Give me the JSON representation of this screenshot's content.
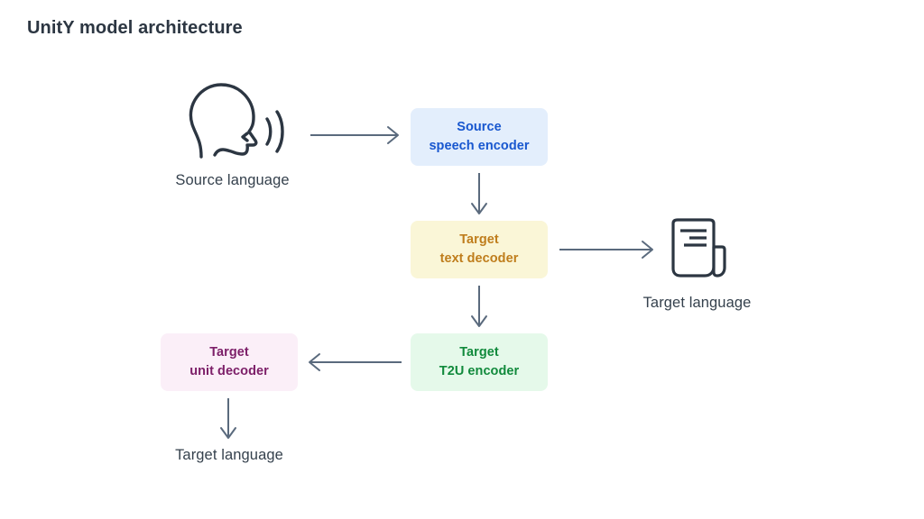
{
  "page": {
    "title": "UnitY model architecture",
    "background_color": "#ffffff"
  },
  "nodes": [
    {
      "id": "source-speech-encoder",
      "label": "Source\nspeech encoder",
      "line1": "Source",
      "line2": "speech encoder",
      "fill_color": "#e3eefc",
      "text_color": "#1857cf"
    },
    {
      "id": "target-text-decoder",
      "label": "Target\ntext decoder",
      "line1": "Target",
      "line2": "text decoder",
      "fill_color": "#faf6d7",
      "text_color": "#bf7d1c"
    },
    {
      "id": "target-t2u-encoder",
      "label": "Target\nT2U encoder",
      "line1": "Target",
      "line2": "T2U encoder",
      "fill_color": "#e5f9ea",
      "text_color": "#118a3c"
    },
    {
      "id": "target-unit-decoder",
      "label": "Target\nunit decoder",
      "line1": "Target",
      "line2": "unit decoder",
      "fill_color": "#fbeff8",
      "text_color": "#7d2069"
    }
  ],
  "endpoints": {
    "source_language": {
      "label": "Source language",
      "icon": "speaking-head-icon"
    },
    "target_language_document": {
      "label": "Target language",
      "icon": "document-icon"
    },
    "target_language_audio": {
      "label": "Target language"
    }
  },
  "arrows": [
    {
      "id": "head-to-speech-encoder",
      "from": "source-language-icon",
      "to": "source-speech-encoder",
      "direction": "right"
    },
    {
      "id": "speech-encoder-to-text-decoder",
      "from": "source-speech-encoder",
      "to": "target-text-decoder",
      "direction": "down"
    },
    {
      "id": "text-decoder-to-document",
      "from": "target-text-decoder",
      "to": "target-language-document",
      "direction": "right"
    },
    {
      "id": "text-decoder-to-t2u-encoder",
      "from": "target-text-decoder",
      "to": "target-t2u-encoder",
      "direction": "down"
    },
    {
      "id": "t2u-encoder-to-unit-decoder",
      "from": "target-t2u-encoder",
      "to": "target-unit-decoder",
      "direction": "left"
    },
    {
      "id": "unit-decoder-to-target-language",
      "from": "target-unit-decoder",
      "to": "target-language-audio",
      "direction": "down"
    }
  ],
  "colors": {
    "arrow": "#5a6a7d",
    "icon_stroke": "#2c3642",
    "title_text": "#2c3642",
    "label_text": "#35414d"
  }
}
